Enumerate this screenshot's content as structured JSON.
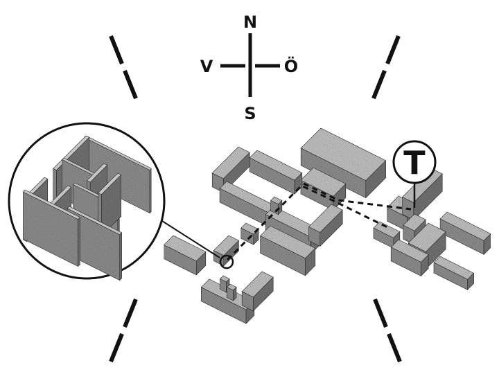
{
  "compass": {
    "north": "N",
    "south": "S",
    "west": "V",
    "east": "Ö"
  },
  "callout": {
    "symbol": "T"
  },
  "colors": {
    "ink": "#111111",
    "block_top": "#bdbdbd",
    "block_left": "#8a8a8a",
    "block_right": "#6f6f6f",
    "detail_wall": "#9a9a9a"
  },
  "icons": {
    "compass": "compass-rose-icon",
    "transit_marker": "t-transit-icon"
  }
}
